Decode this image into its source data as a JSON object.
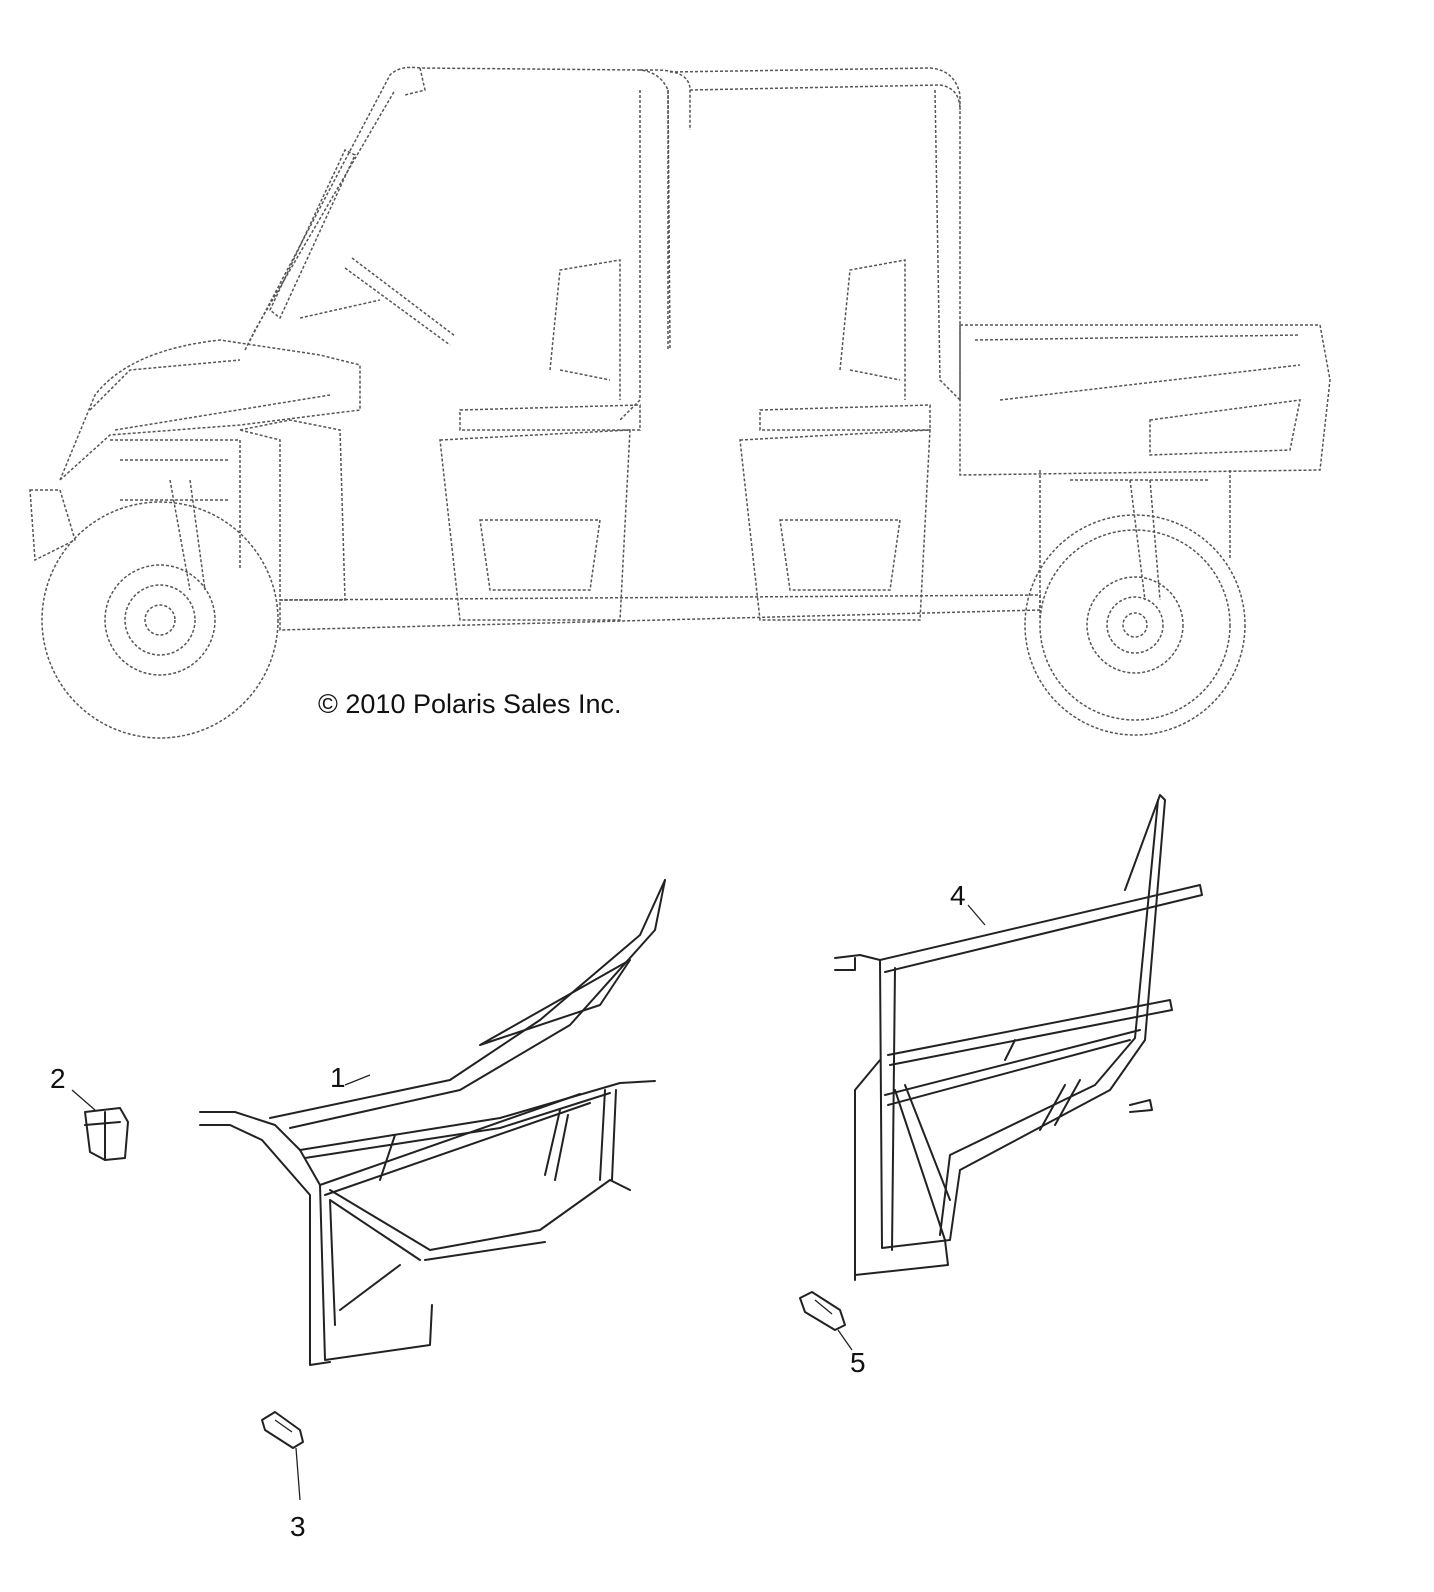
{
  "copyright": "© 2010 Polaris Sales Inc.",
  "callouts": [
    {
      "number": "1",
      "part": "door-frame-front"
    },
    {
      "number": "2",
      "part": "clip"
    },
    {
      "number": "3",
      "part": "latch"
    },
    {
      "number": "4",
      "part": "door-frame-rear"
    },
    {
      "number": "5",
      "part": "latch"
    }
  ],
  "colors": {
    "line": "#222222",
    "background": "#ffffff"
  }
}
